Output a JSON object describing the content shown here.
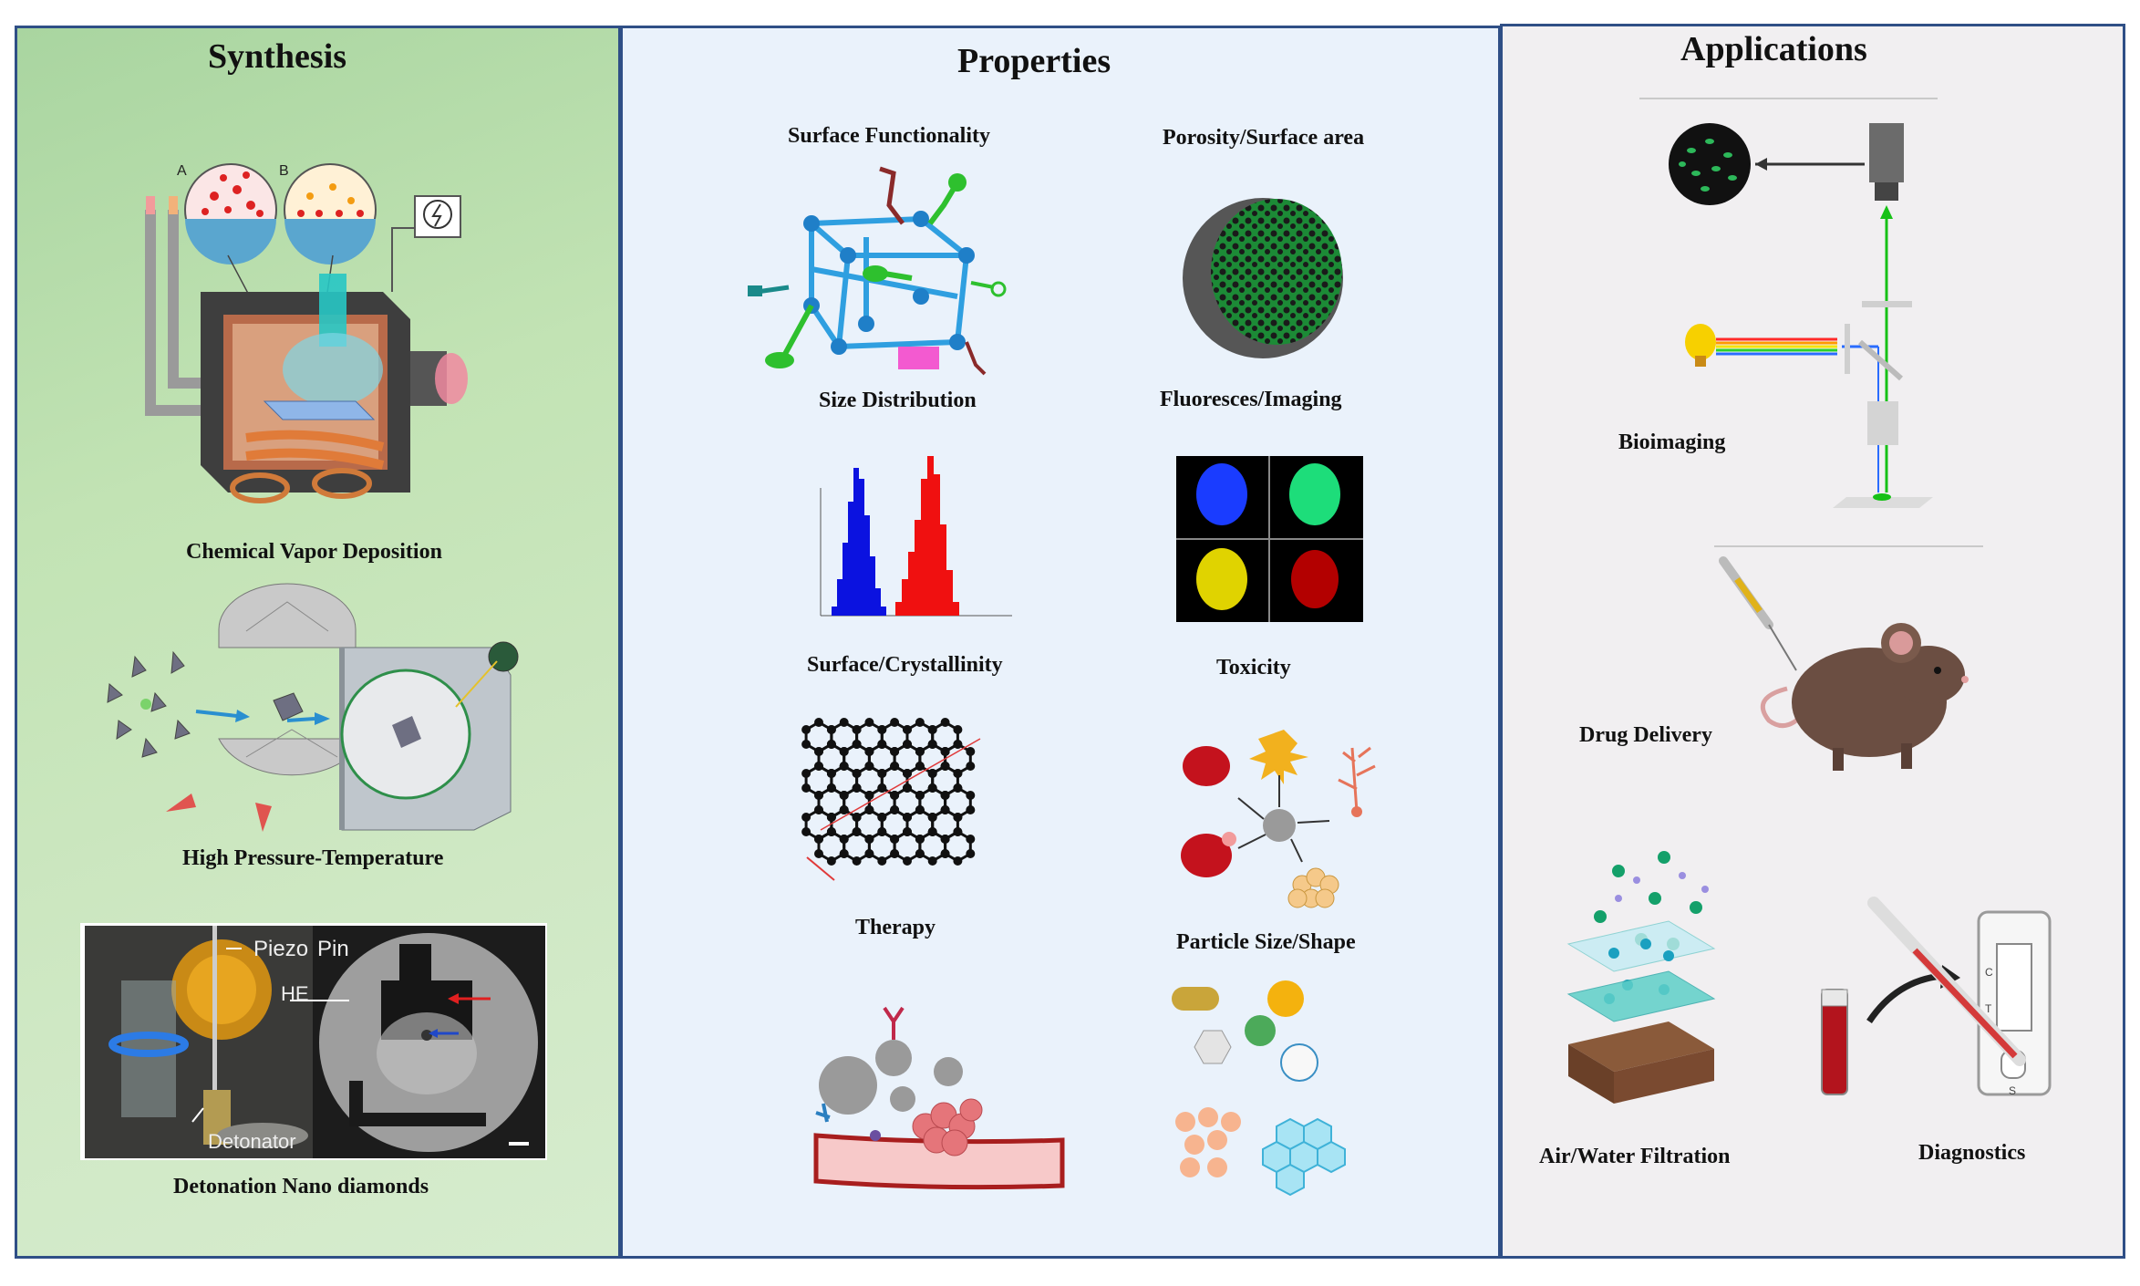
{
  "synthesis": {
    "title": "Synthesis",
    "cvd_label": "Chemical Vapor Deposition",
    "cvd_inset_a": "A",
    "cvd_inset_b": "B",
    "hpht_label": "High Pressure-Temperature",
    "detonation_label": "Detonation Nano diamonds",
    "photo_piezo": "Piezo",
    "photo_pin": "Pin",
    "photo_he": "HE",
    "photo_detonator": "Detonator"
  },
  "properties": {
    "title": "Properties",
    "surface_functionality": "Surface Functionality",
    "porosity": "Porosity/Surface area",
    "size_distribution": "Size Distribution",
    "fluorescence": "Fluoresces/Imaging",
    "crystallinity": "Surface/Crystallinity",
    "toxicity": "Toxicity",
    "therapy": "Therapy",
    "particle_shape": "Particle Size/Shape"
  },
  "applications": {
    "title": "Applications",
    "bioimaging": "Bioimaging",
    "drug_delivery": "Drug Delivery",
    "filtration": "Air/Water Filtration",
    "diagnostics": "Diagnostics",
    "strip_c": "C",
    "strip_t": "T",
    "strip_s": "S"
  },
  "colors": {
    "panel_border": "#2f4f86",
    "synthesis_bg": "#c2e3b4",
    "properties_bg": "#eaf2fb",
    "applications_bg": "#f1eff1"
  }
}
